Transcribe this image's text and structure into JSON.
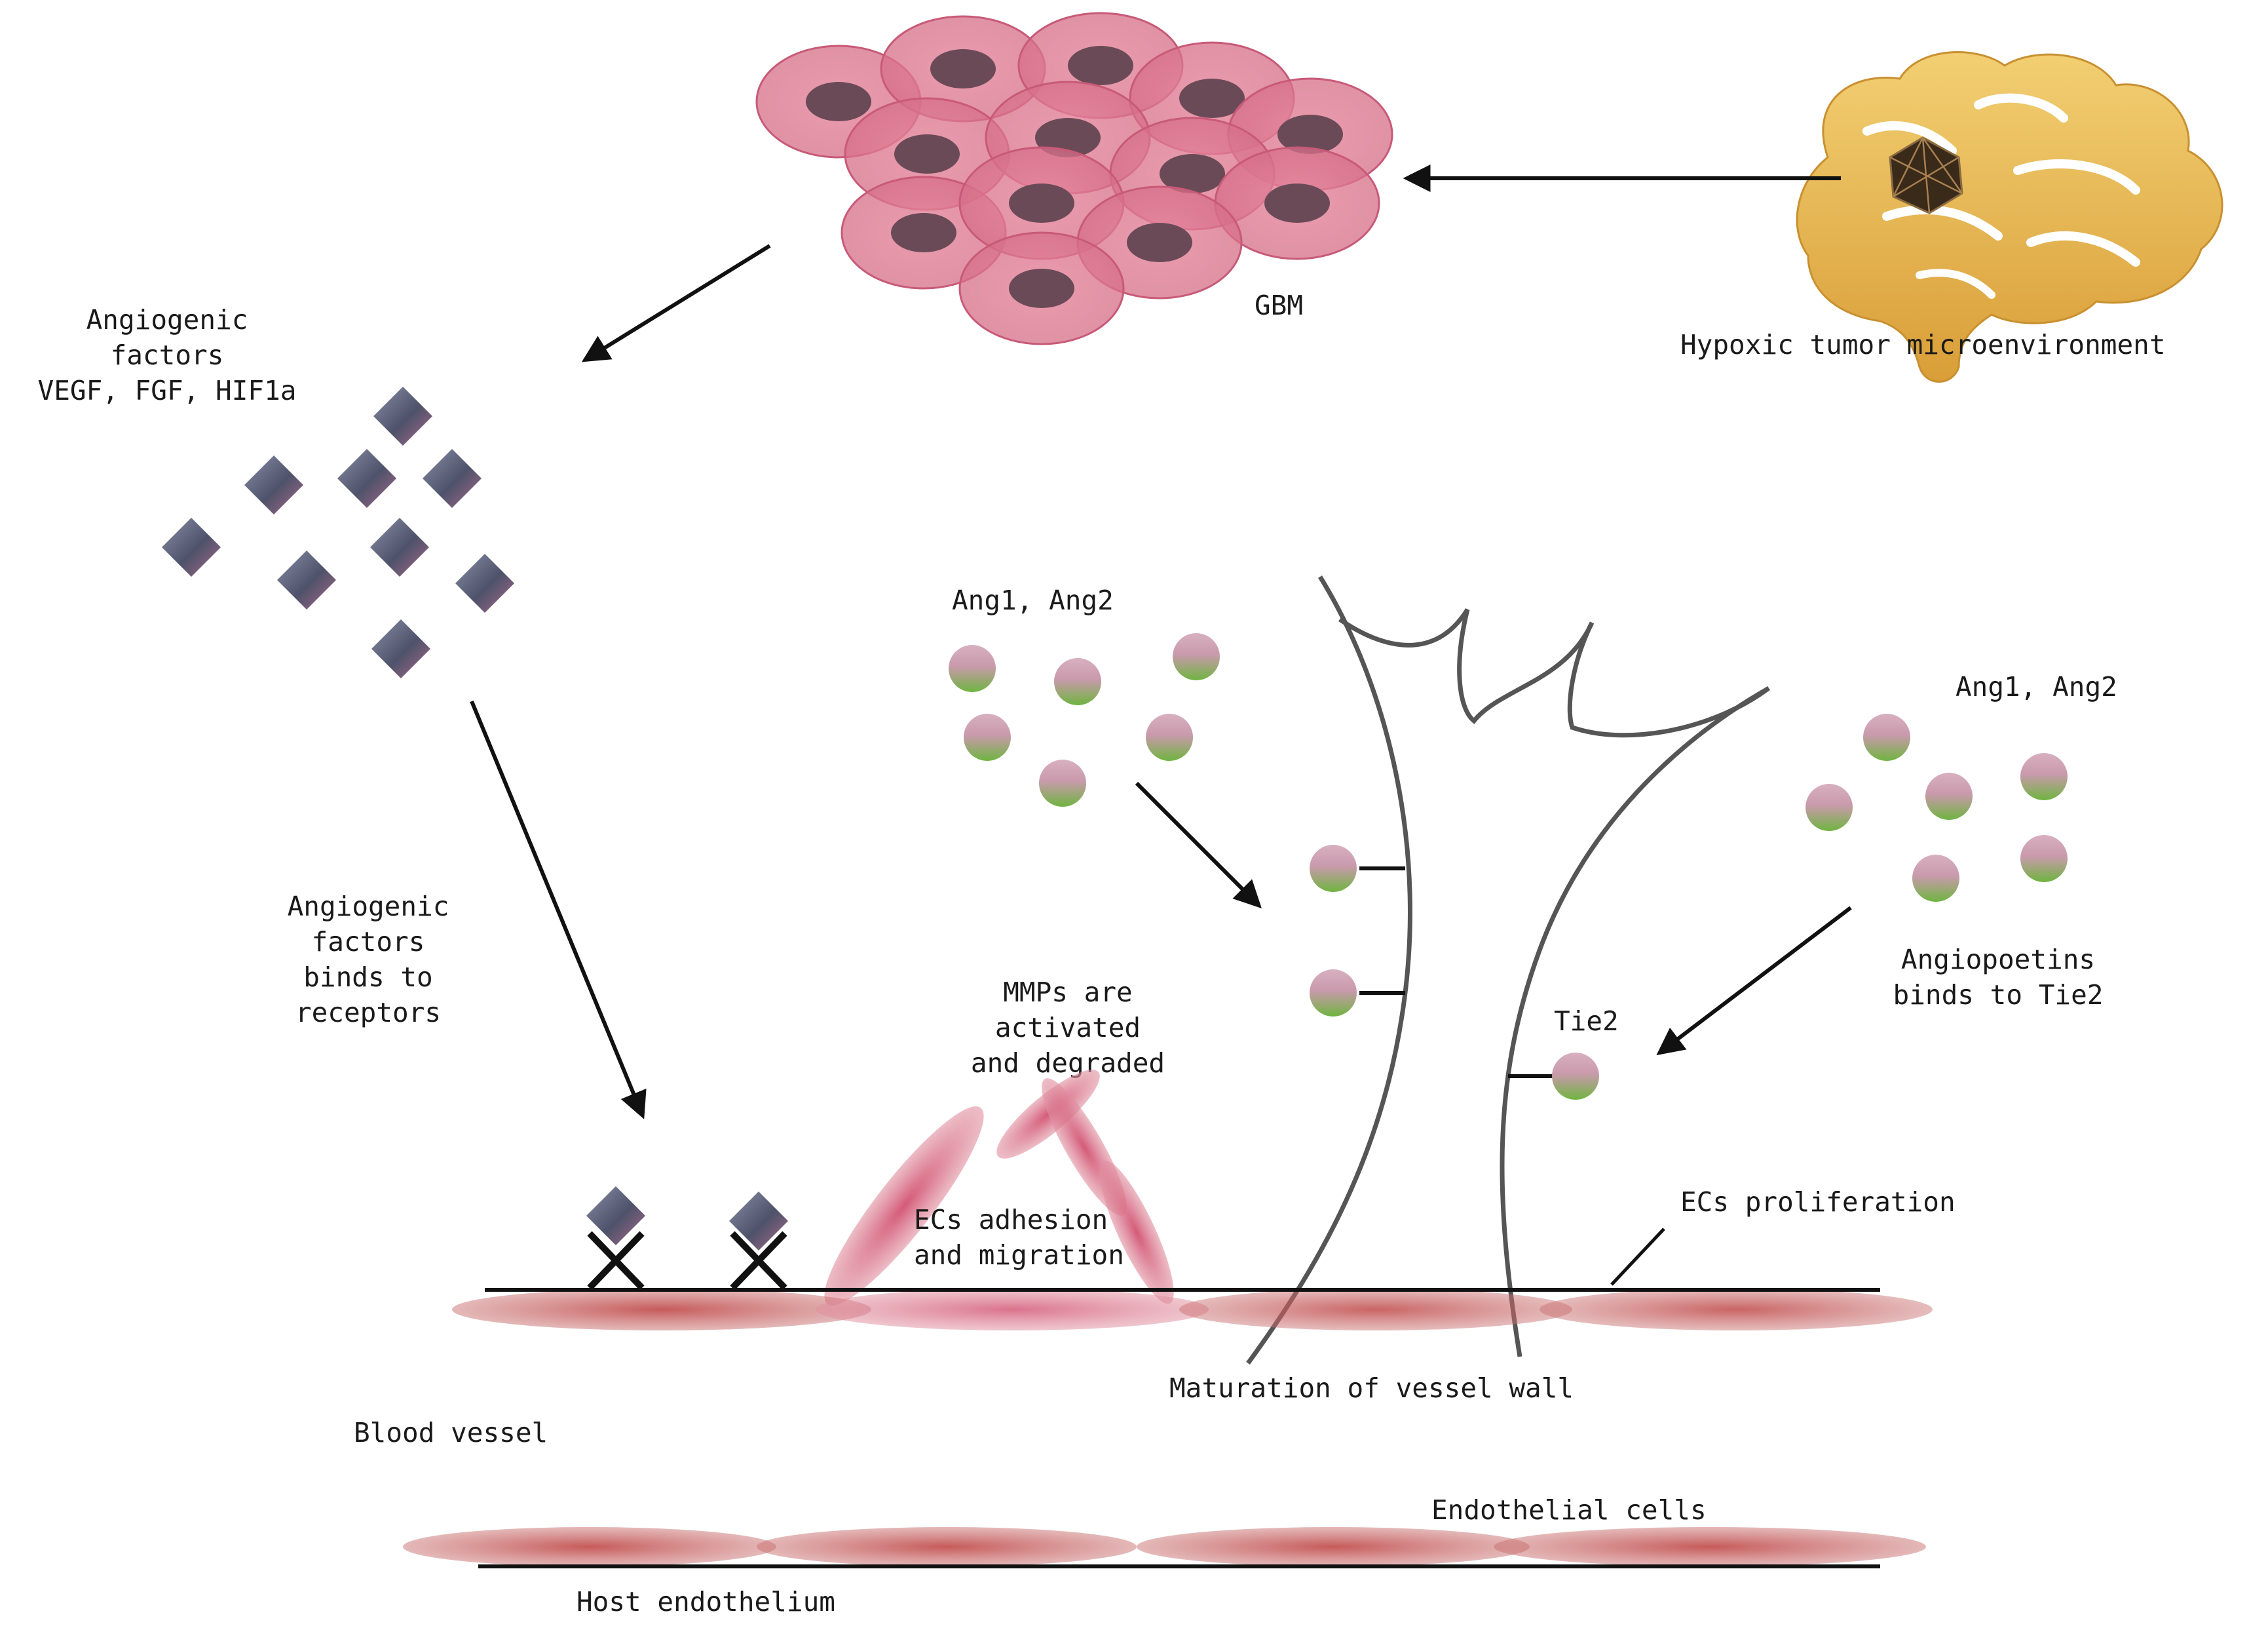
{
  "labels": {
    "gbm": "GBM",
    "hypoxic": "Hypoxic tumor microenvironment",
    "angio_factors": [
      "Angiogenic",
      "factors",
      "VEGF, FGF, HIF1a"
    ],
    "angio_binds": [
      "Angiogenic",
      "factors",
      "binds to",
      "receptors"
    ],
    "ang_left": "Ang1, Ang2",
    "ang_right": "Ang1, Ang2",
    "mmps": [
      "MMPs are",
      "activated",
      "and degraded"
    ],
    "ecs_adhesion": [
      "ECs adhesion",
      "and migration"
    ],
    "tie2": "Tie2",
    "angiopoetins": [
      "Angiopoetins",
      "binds to Tie2"
    ],
    "ecs_prolif": "ECs proliferation",
    "maturation": "Maturation of vessel wall",
    "blood_vessel": "Blood vessel",
    "endothelial": "Endothelial cells",
    "host": "Host endothelium"
  },
  "colors": {
    "gbm_cell": "#d9708a",
    "gbm_nucleus": "#6b4a58",
    "brain": "#e8b84a",
    "factor": "#5b5f78",
    "angiopoietin_top": "#c8a0b0",
    "angiopoietin_bottom": "#7ab84a",
    "endothelial": "#b84040",
    "vessel_line": "#555555",
    "arrow": "#111111"
  }
}
